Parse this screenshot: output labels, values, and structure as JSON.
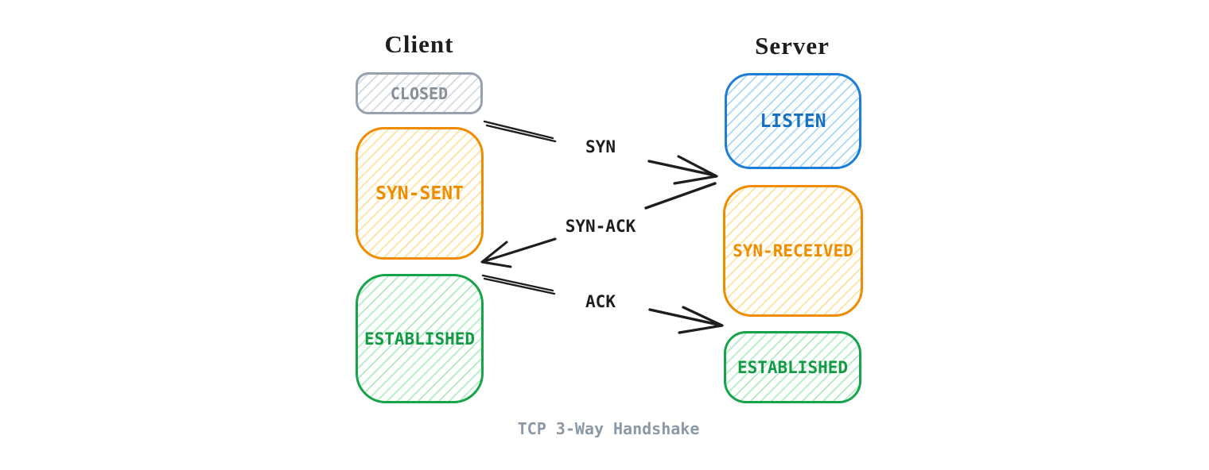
{
  "diagram": {
    "caption": "TCP 3-Way Handshake",
    "columns": [
      {
        "id": "client",
        "title": "Client"
      },
      {
        "id": "server",
        "title": "Server"
      }
    ],
    "client_states": [
      {
        "label": "CLOSED",
        "color": "gray"
      },
      {
        "label": "SYN-SENT",
        "color": "orange"
      },
      {
        "label": "ESTABLISHED",
        "color": "green"
      }
    ],
    "server_states": [
      {
        "label": "LISTEN",
        "color": "blue"
      },
      {
        "label": "SYN-RECEIVED",
        "color": "orange"
      },
      {
        "label": "ESTABLISHED",
        "color": "green"
      }
    ],
    "messages": [
      {
        "label": "SYN",
        "from": "client",
        "to": "server"
      },
      {
        "label": "SYN-ACK",
        "from": "server",
        "to": "client"
      },
      {
        "label": "ACK",
        "from": "client",
        "to": "server"
      }
    ]
  },
  "palette": {
    "background": "#ffffff",
    "ink": "#1e1e1e",
    "arrow": "#1e1e1e",
    "caption": "#8b98a5",
    "gray_border": "#98a2ae",
    "gray_text": "#868e96",
    "gray_hatch": "#d5dbe1",
    "blue_border": "#1c7ed6",
    "blue_text": "#1971c2",
    "blue_hatch": "#a9d7f9",
    "orange_border": "#f08c00",
    "orange_text": "#f08c00",
    "orange_hatch": "#ffe2a0",
    "green_border": "#17a34a",
    "green_text": "#149a46",
    "green_hatch": "#b2edc5"
  }
}
